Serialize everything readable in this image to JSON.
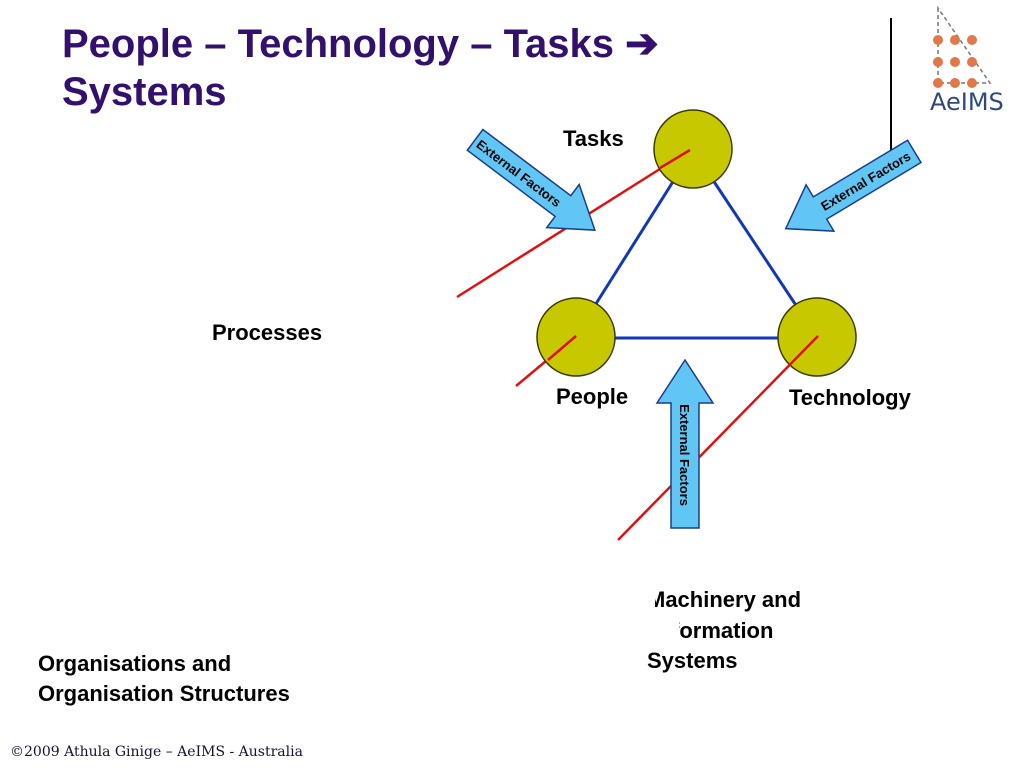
{
  "title": {
    "line1": "People – Technology – Tasks ➔",
    "line2": "Systems"
  },
  "nodes": {
    "tasks": "Tasks",
    "people": "People",
    "technology": "Technology"
  },
  "arrows": {
    "left": "External Factors",
    "right": "External Factors",
    "bottom": "External Factors"
  },
  "labels": {
    "processes": "Processes",
    "machinery_line1": "Machinery and",
    "machinery_line2": "formation",
    "machinery_line3": "Systems",
    "org_line1": "Organisations and",
    "org_line2": "Organisation Structures"
  },
  "logo": {
    "text": "AeIMS"
  },
  "footer": "©2009 Athula Ginige – AeIMS - Australia",
  "colors": {
    "title": "#33106b",
    "node_fill": "#c8c800",
    "edge": "#1238b8",
    "arrow_fill": "#62c6f5",
    "red_line": "#e01010",
    "logo_dot": "#e2774a"
  }
}
